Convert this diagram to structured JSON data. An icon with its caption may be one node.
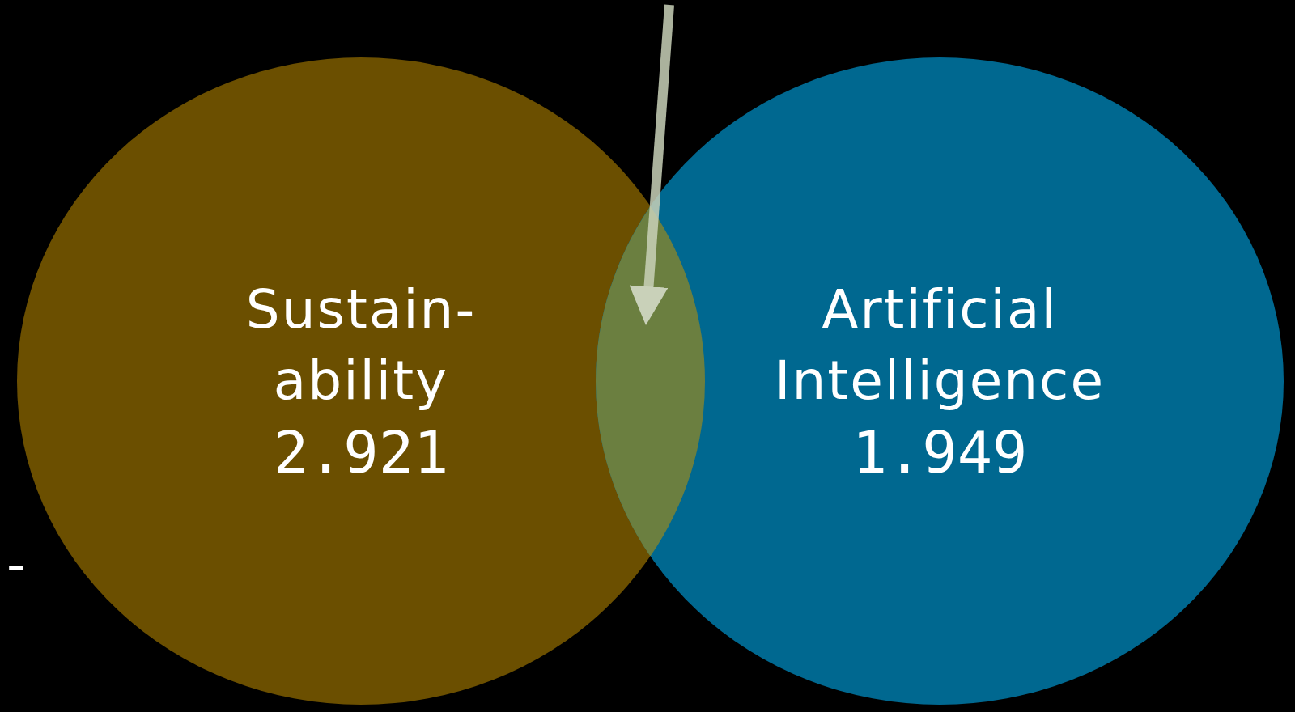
{
  "diagram": {
    "nodes": [
      {
        "text": [
          "Sustain- ability",
          "2.921"
        ]
      },
      {
        "text": [
          "Artificial Intelligence",
          "1.949"
        ]
      },
      {
        "text": [],
        "shape": "lens"
      }
    ],
    "edges": [
      {
        "from": null,
        "to": 2,
        "arrow": "to"
      }
    ],
    "labels": [
      "-"
    ]
  }
}
